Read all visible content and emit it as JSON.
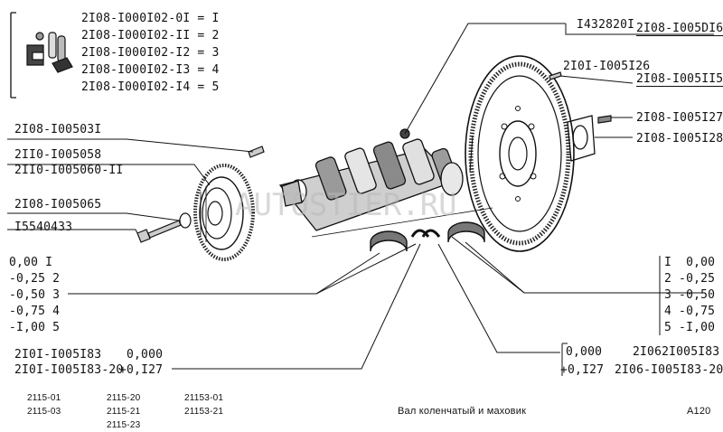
{
  "legend_table": [
    "2I08-I000I02-0I = I",
    "2I08-I000I02-II = 2",
    "2I08-I000I02-I2 = 3",
    "2I08-I000I02-I3 = 4",
    "2I08-I000I02-I4 = 5"
  ],
  "parts": {
    "p_1432820": "I432820I",
    "p_flywheel": "2I08-I005DI6",
    "p_2101_1005126": "2I0I-I005I26",
    "p_2108_1005115": "2I08-I005II5",
    "p_2108_1005127": "2I08-I005I27",
    "p_2108_1005128": "2I08-I005I28",
    "p_2108_1005031": "2I08-I00503I",
    "p_2110_1005058": "2II0-I005058",
    "p_2110_1005060": "2II0-I005060-II",
    "p_2108_1005065": "2I08-I005065",
    "p_15540433": "I5540433"
  },
  "size_left": [
    "0,00 I",
    "-0,25 2",
    "-0,50 3",
    "-0,75 4",
    "-I,00 5"
  ],
  "size_right": [
    "I  0,00",
    "2 -0,25",
    "3 -0,50",
    "4 -0,75",
    "5 -I,00"
  ],
  "thrust_left": [
    {
      "part": "2I0I-I005I83",
      "size": "0,000"
    },
    {
      "part": "2I0I-I005I83-20",
      "size": "+0,I27"
    }
  ],
  "thrust_right": [
    {
      "size": "0,000",
      "part": "2I062I005I83"
    },
    {
      "size": "+0,I27",
      "part": "2I06-I005I83-20"
    }
  ],
  "models": {
    "col1": [
      "2115-01",
      "2115-03"
    ],
    "col2": [
      "2115-20",
      "2115-21",
      "2115-23"
    ],
    "col3": [
      "21153-01",
      "21153-21"
    ]
  },
  "caption": "Вал коленчатый и маховик",
  "page_code": "A120",
  "watermark": "AUTOSTIER.RU"
}
